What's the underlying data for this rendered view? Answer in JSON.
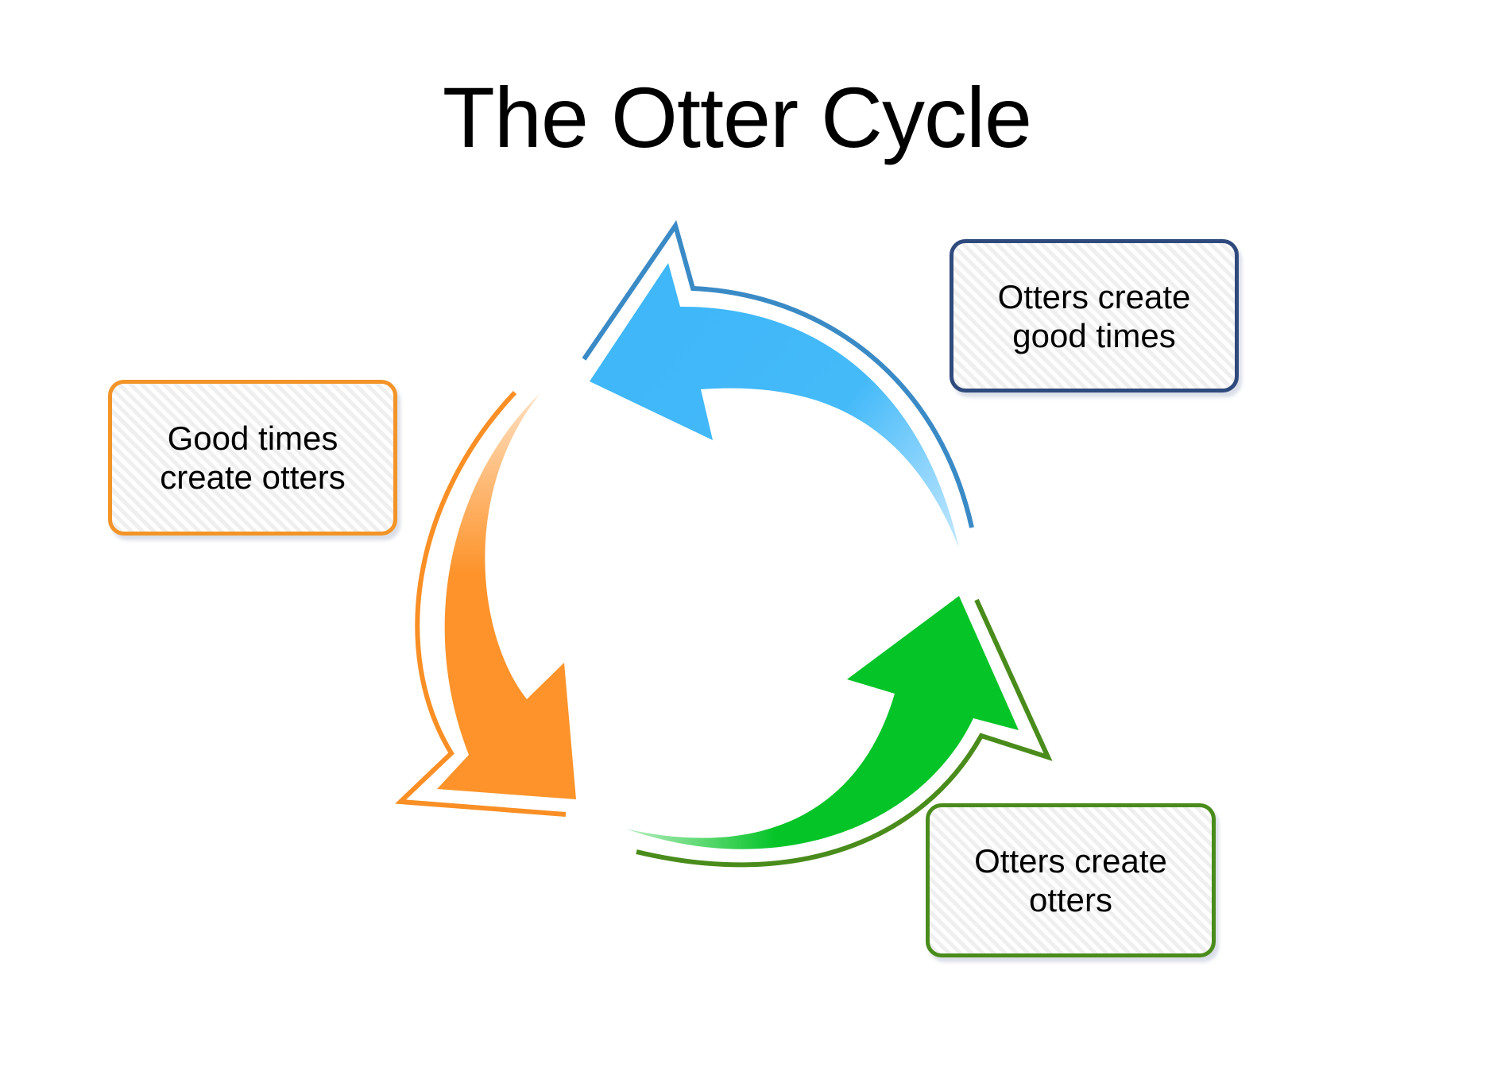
{
  "title": "The Otter Cycle",
  "boxes": {
    "good_times": {
      "text": "Good times\ncreate otters",
      "color": "#f39428"
    },
    "otters_good_times": {
      "text": "Otters create\ngood times",
      "color": "#2f4a7c"
    },
    "otters_otters": {
      "text": "Otters create\notters",
      "color": "#4a8c1c"
    }
  },
  "arrows": {
    "orange": {
      "fill": "#fd932a",
      "outline": "#f98f25",
      "direction": "down"
    },
    "blue": {
      "fill": "#3fb7f9",
      "outline": "#3a8ac6",
      "direction": "up-left"
    },
    "green": {
      "fill": "#05c428",
      "outline": "#4a8c1c",
      "direction": "up-right"
    }
  }
}
